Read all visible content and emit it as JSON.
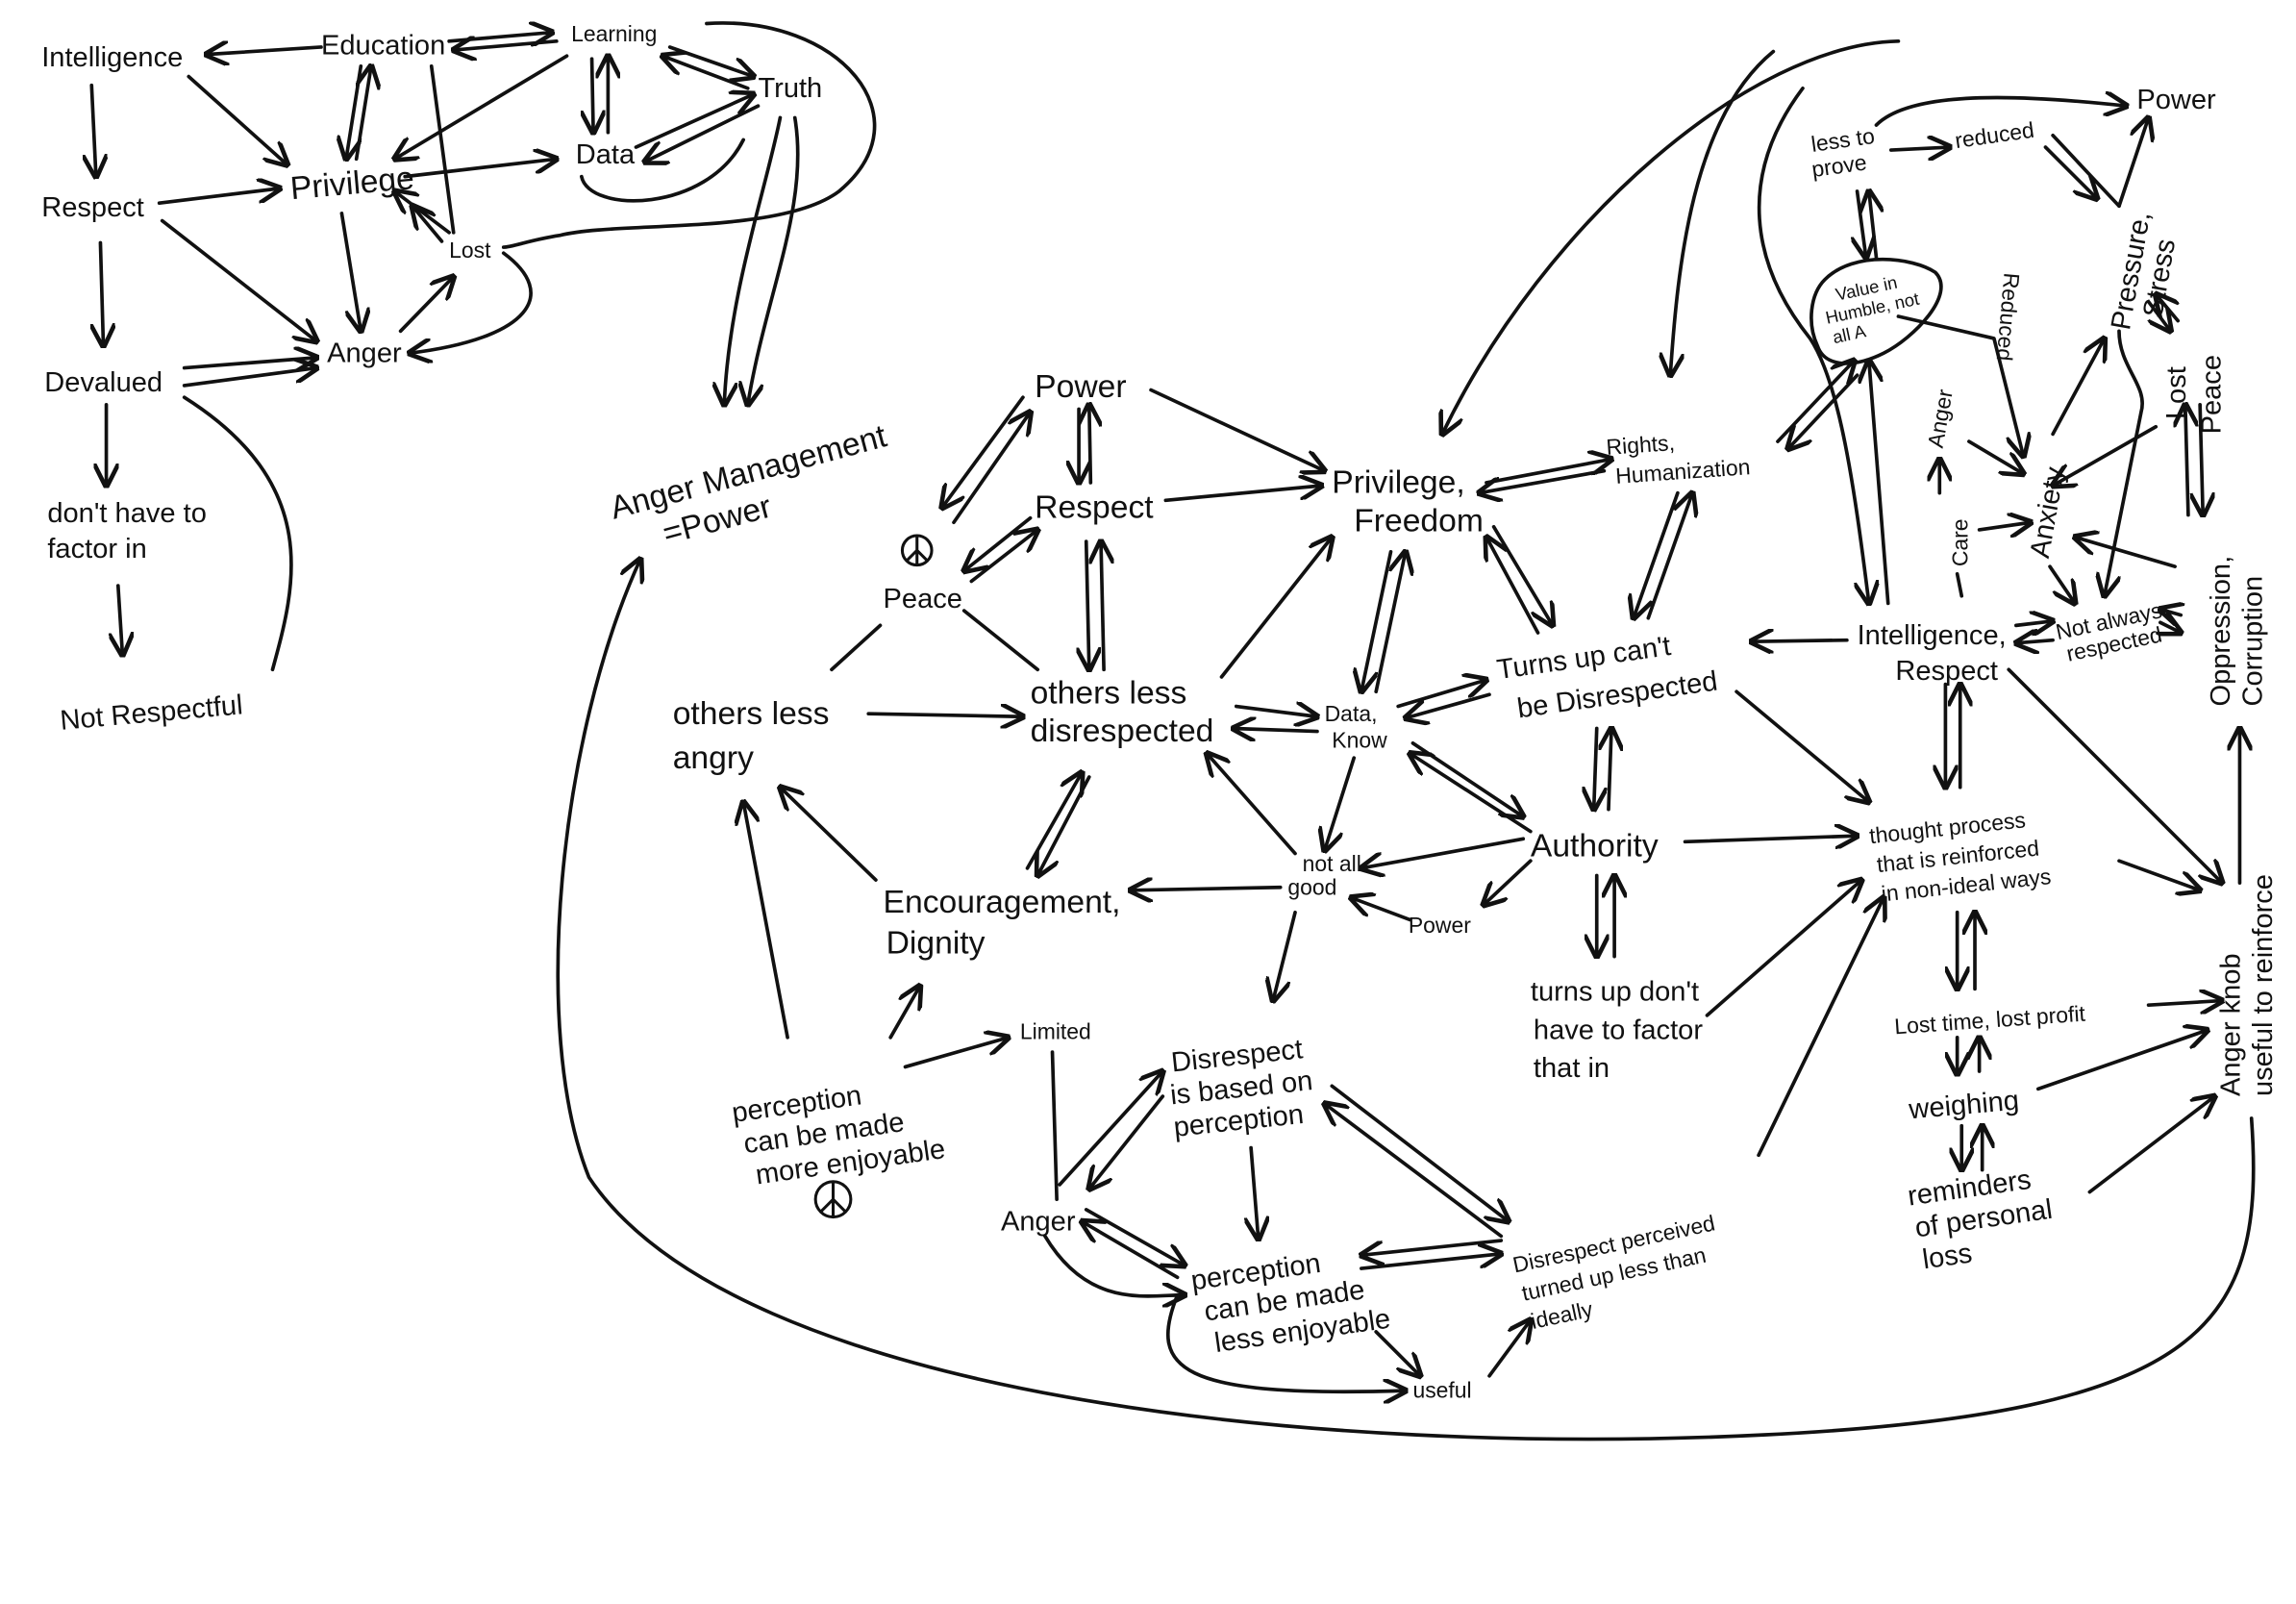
{
  "left_cluster": {
    "intelligence": "Intelligence",
    "education": "Education",
    "learning": "Learning",
    "truth": "Truth",
    "privilege": "Privilege",
    "data": "Data",
    "respect": "Respect",
    "lost": "Lost",
    "anger": "Anger",
    "devalued": "Devalued",
    "dont_have_to_factor_in": [
      "don't have to",
      "factor in"
    ],
    "not_respectful": "Not Respectful",
    "anger_management": [
      "Anger Management",
      "=Power"
    ]
  },
  "main": {
    "power": "Power",
    "respect": "Respect",
    "peace": "Peace",
    "others_less_angry": [
      "others less",
      "angry"
    ],
    "others_less_disrespected": [
      "others less",
      "disrespected"
    ],
    "privilege_freedom": [
      "Privilege,",
      "Freedom"
    ],
    "rights_humanization": [
      "Rights,",
      "Humanization"
    ],
    "data_know": [
      "Data,",
      "Know"
    ],
    "turns_up_cant": [
      "Turns up can't",
      "be Disrespected"
    ],
    "authority": "Authority",
    "not_all_good": [
      "not all",
      "good"
    ],
    "power_small": "Power",
    "encouragement_dignity": [
      "Encouragement,",
      "Dignity"
    ],
    "perception_more": [
      "perception",
      "can be made",
      "more enjoyable"
    ],
    "limited": "Limited",
    "disrespect_based": [
      "Disrespect",
      "is based on",
      "perception"
    ],
    "anger": "Anger",
    "perception_less": [
      "perception",
      "can be made",
      "less enjoyable"
    ],
    "useful": "useful",
    "disrespect_perceived": [
      "Disrespect perceived",
      "turned up less than",
      "ideally"
    ],
    "turns_up_dont": [
      "turns up don't",
      "have to factor",
      "that in"
    ],
    "thought_process": [
      "thought process",
      "that is reinforced",
      "in non-ideal ways"
    ]
  },
  "right_cluster": {
    "intelligence_respect": [
      "Intelligence,",
      "Respect"
    ],
    "lost_time": "Lost time, lost profit",
    "weighing": "weighing",
    "reminders": [
      "reminders",
      "of personal",
      "loss"
    ],
    "anger_knob": [
      "Anger knob",
      "useful to reinforce"
    ],
    "oppression": [
      "Oppression,",
      "Corruption"
    ],
    "not_always": [
      "Not always",
      "respected"
    ],
    "anxiety": "Anxiety",
    "care": "Care",
    "anger": "Anger",
    "reduced_vertical": "Reduced",
    "value_humble": [
      "Value in",
      "Humble, not",
      "all A"
    ],
    "less_to_prove": [
      "less to",
      "prove"
    ],
    "reduced": "reduced",
    "power": "Power",
    "pressure_stress": [
      "Pressure,",
      "Stress"
    ],
    "lost_peace": [
      "Lost",
      "Peace"
    ]
  }
}
